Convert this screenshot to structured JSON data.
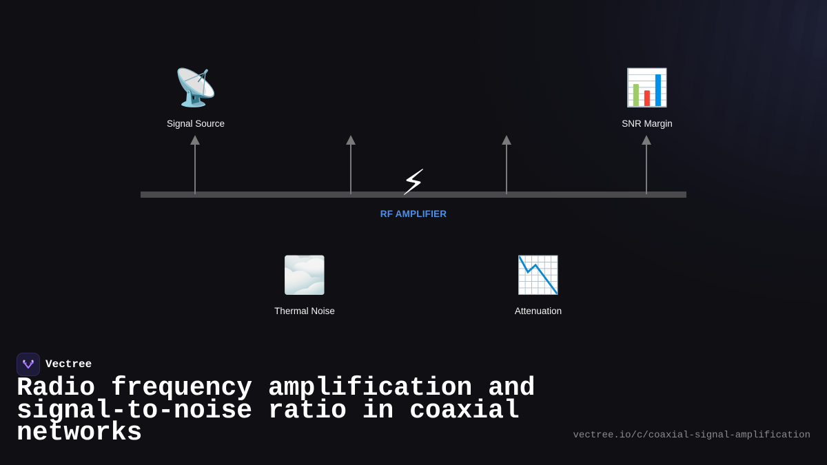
{
  "diagram": {
    "center": {
      "icon": "⚡",
      "icon_name": "high-voltage-icon",
      "label": "RF AMPLIFIER",
      "label_color": "#4f8fe6"
    },
    "nodes": [
      {
        "id": "signal-source",
        "icon": "📡",
        "icon_name": "satellite-antenna-icon",
        "label": "Signal Source"
      },
      {
        "id": "snr-margin",
        "icon": "📊",
        "icon_name": "bar-chart-icon",
        "label": "SNR Margin"
      },
      {
        "id": "thermal-noise",
        "icon": "🌫️",
        "icon_name": "fog-icon",
        "label": "Thermal Noise"
      },
      {
        "id": "attenuation",
        "icon": "📉",
        "icon_name": "chart-decreasing-icon",
        "label": "Attenuation"
      }
    ]
  },
  "brand": {
    "name": "Vectree"
  },
  "title": "Radio frequency amplification and signal-to-noise ratio in coaxial networks",
  "url": "vectree.io/c/coaxial-signal-amplification"
}
